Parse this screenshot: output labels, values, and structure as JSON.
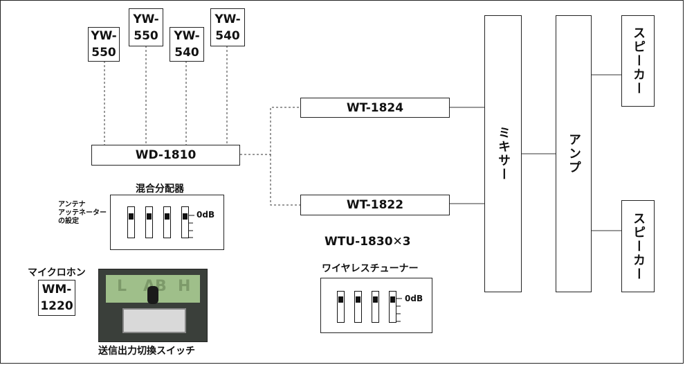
{
  "antennas": [
    {
      "model_line1": "YW-",
      "model_line2": "550"
    },
    {
      "model_line1": "YW-",
      "model_line2": "550"
    },
    {
      "model_line1": "YW-",
      "model_line2": "540"
    },
    {
      "model_line1": "YW-",
      "model_line2": "540"
    }
  ],
  "distributor": {
    "model": "WD-1810",
    "name": "混合分配器"
  },
  "antenna_attenuator": {
    "line1": "アンテナ",
    "line2": "アッテネーター",
    "line3": "の設定",
    "db_label": "0dB"
  },
  "tuners": [
    {
      "model": "WT-1824"
    },
    {
      "model": "WT-1822"
    }
  ],
  "tuner_unit_label": "WTU-1830✕3",
  "wireless_tuner": {
    "name": "ワイヤレスチューナー",
    "db_label": "0dB"
  },
  "microphone": {
    "name": "マイクロホン",
    "model_line1": "WM-",
    "model_line2": "1220"
  },
  "switch_caption": "送信出力切換スイッチ",
  "lcd_marks": {
    "low": "L",
    "high": "H",
    "center": "AB"
  },
  "mixer": {
    "name": "ミキサー"
  },
  "amp": {
    "name": "アンプ"
  },
  "speakers": [
    {
      "name": "スピーカー"
    },
    {
      "name": "スピーカー"
    }
  ]
}
